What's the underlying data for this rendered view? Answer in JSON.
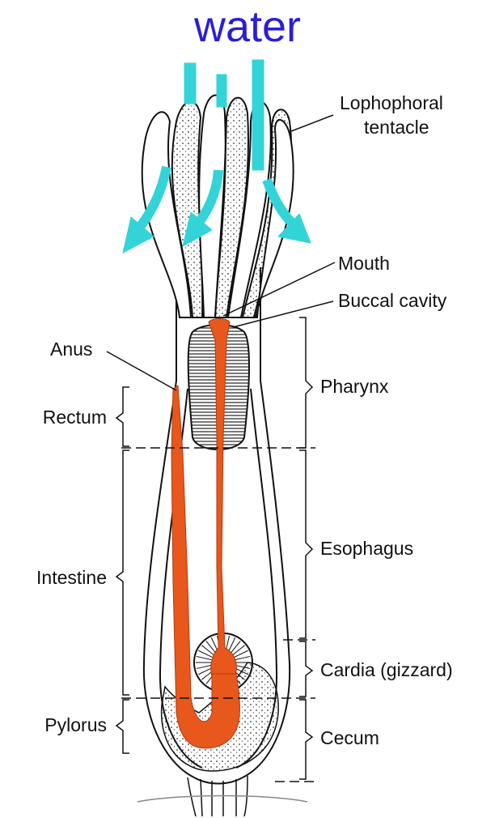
{
  "title": "water",
  "colors": {
    "title": "#2a1fd6",
    "water_arrow": "#33d4d8",
    "digestive_tract": "#e8571c",
    "outline": "#111111"
  },
  "labels": {
    "lophophoral_tentacle_line1": "Lophophoral",
    "lophophoral_tentacle_line2": "tentacle",
    "mouth": "Mouth",
    "buccal_cavity": "Buccal cavity",
    "anus": "Anus",
    "pharynx": "Pharynx",
    "rectum": "Rectum",
    "esophagus": "Esophagus",
    "intestine": "Intestine",
    "cardia": "Cardia (gizzard)",
    "pylorus": "Pylorus",
    "cecum": "Cecum"
  },
  "icons": {
    "water_flow": "arrow-icon"
  }
}
